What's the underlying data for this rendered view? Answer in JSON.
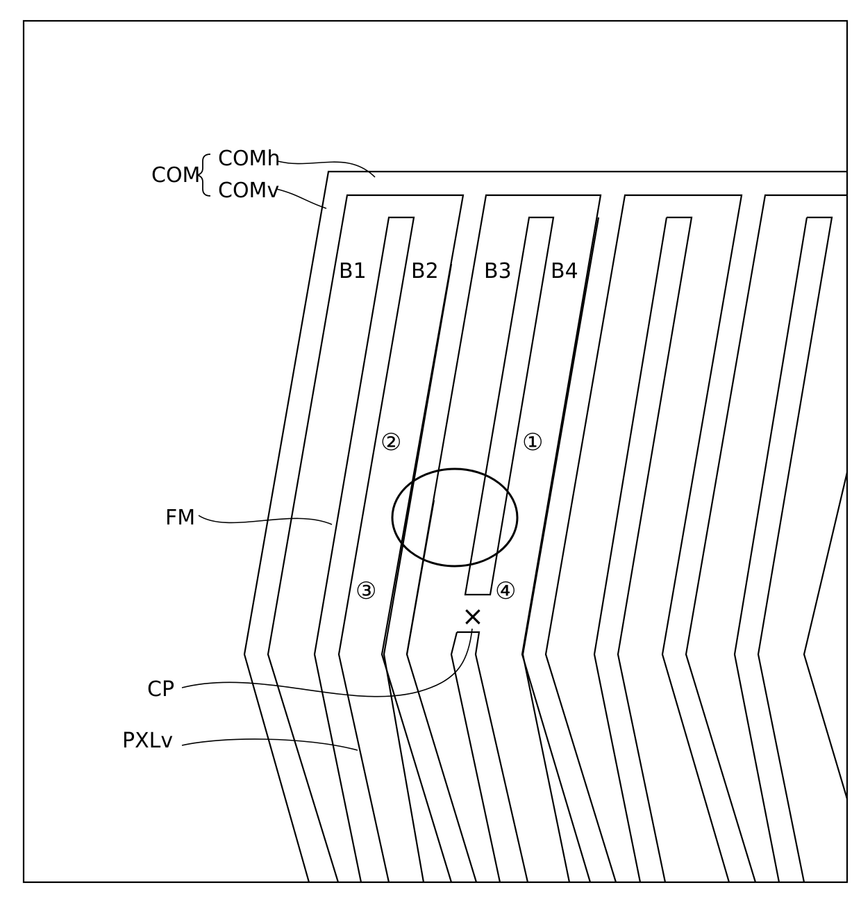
{
  "labels": {
    "com": "COM",
    "com_h": "COMh",
    "com_v": "COMv",
    "fm": "FM",
    "cp": "CP",
    "pxlv": "PXLv",
    "b1": "B1",
    "b2": "B2",
    "b3": "B3",
    "b4": "B4",
    "region_1": "①",
    "region_2": "②",
    "region_3": "③",
    "region_4": "④",
    "cross_mark": "×"
  }
}
